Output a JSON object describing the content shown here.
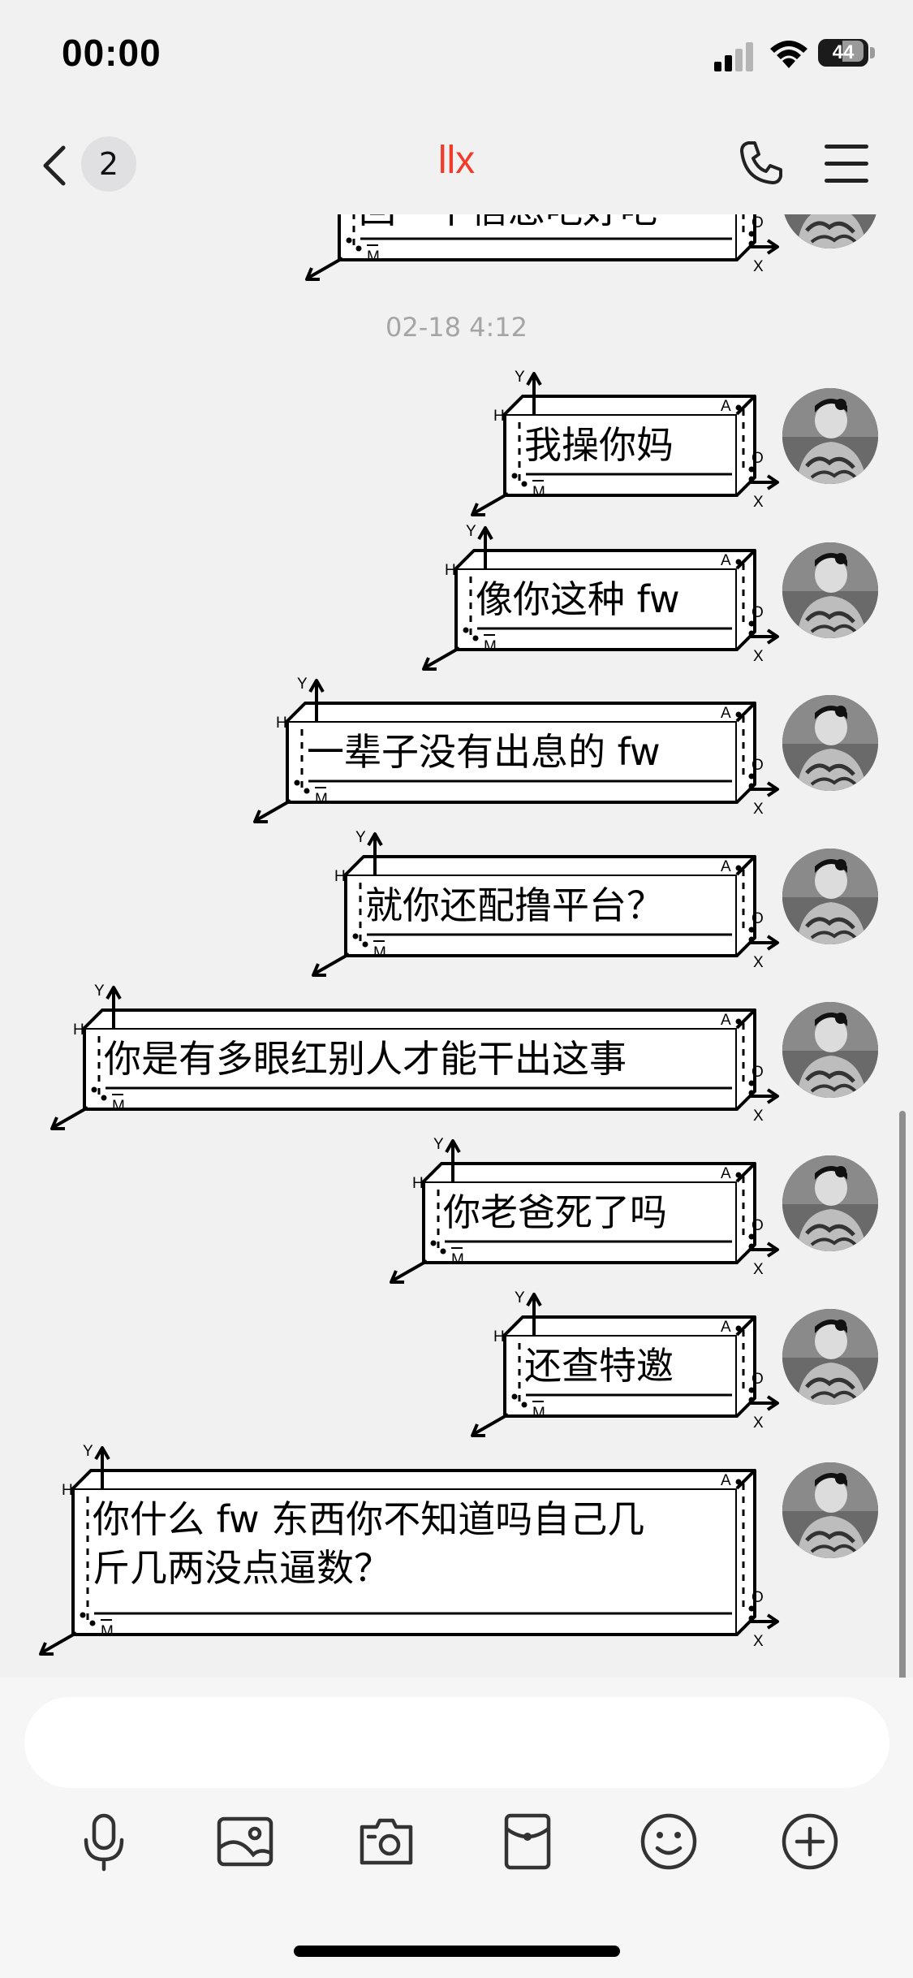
{
  "status_bar": {
    "time": "00:00",
    "battery": "44"
  },
  "nav": {
    "unread_count": "2",
    "title": "llx"
  },
  "timestamp": "02-18 4:12",
  "messages": [
    {
      "text": "回一下信息吧好吧"
    },
    {
      "text": "我操你妈"
    },
    {
      "text": "像你这种 fw"
    },
    {
      "text": "一辈子没有出息的 fw"
    },
    {
      "text": "就你还配撸平台？"
    },
    {
      "text": "你是有多眼红别人才能干出这事"
    },
    {
      "text": "你老爸死了吗"
    },
    {
      "text": "还查特邀"
    },
    {
      "text": "你什么 fw 东西你不知道吗自己几",
      "text2": "斤几两没点逼数？"
    }
  ],
  "bubble_glyphs": {
    "y": "Y",
    "h": "H",
    "a": "A",
    "o": "O",
    "x": "X",
    "m": "M"
  },
  "toolbar": [
    "microphone-icon",
    "image-icon",
    "camera-icon",
    "red-packet-icon",
    "emoji-icon",
    "plus-icon"
  ],
  "colors": {
    "title": "#f23a2a",
    "background": "#f1f1f1",
    "timestamp": "#a5a5a5"
  }
}
